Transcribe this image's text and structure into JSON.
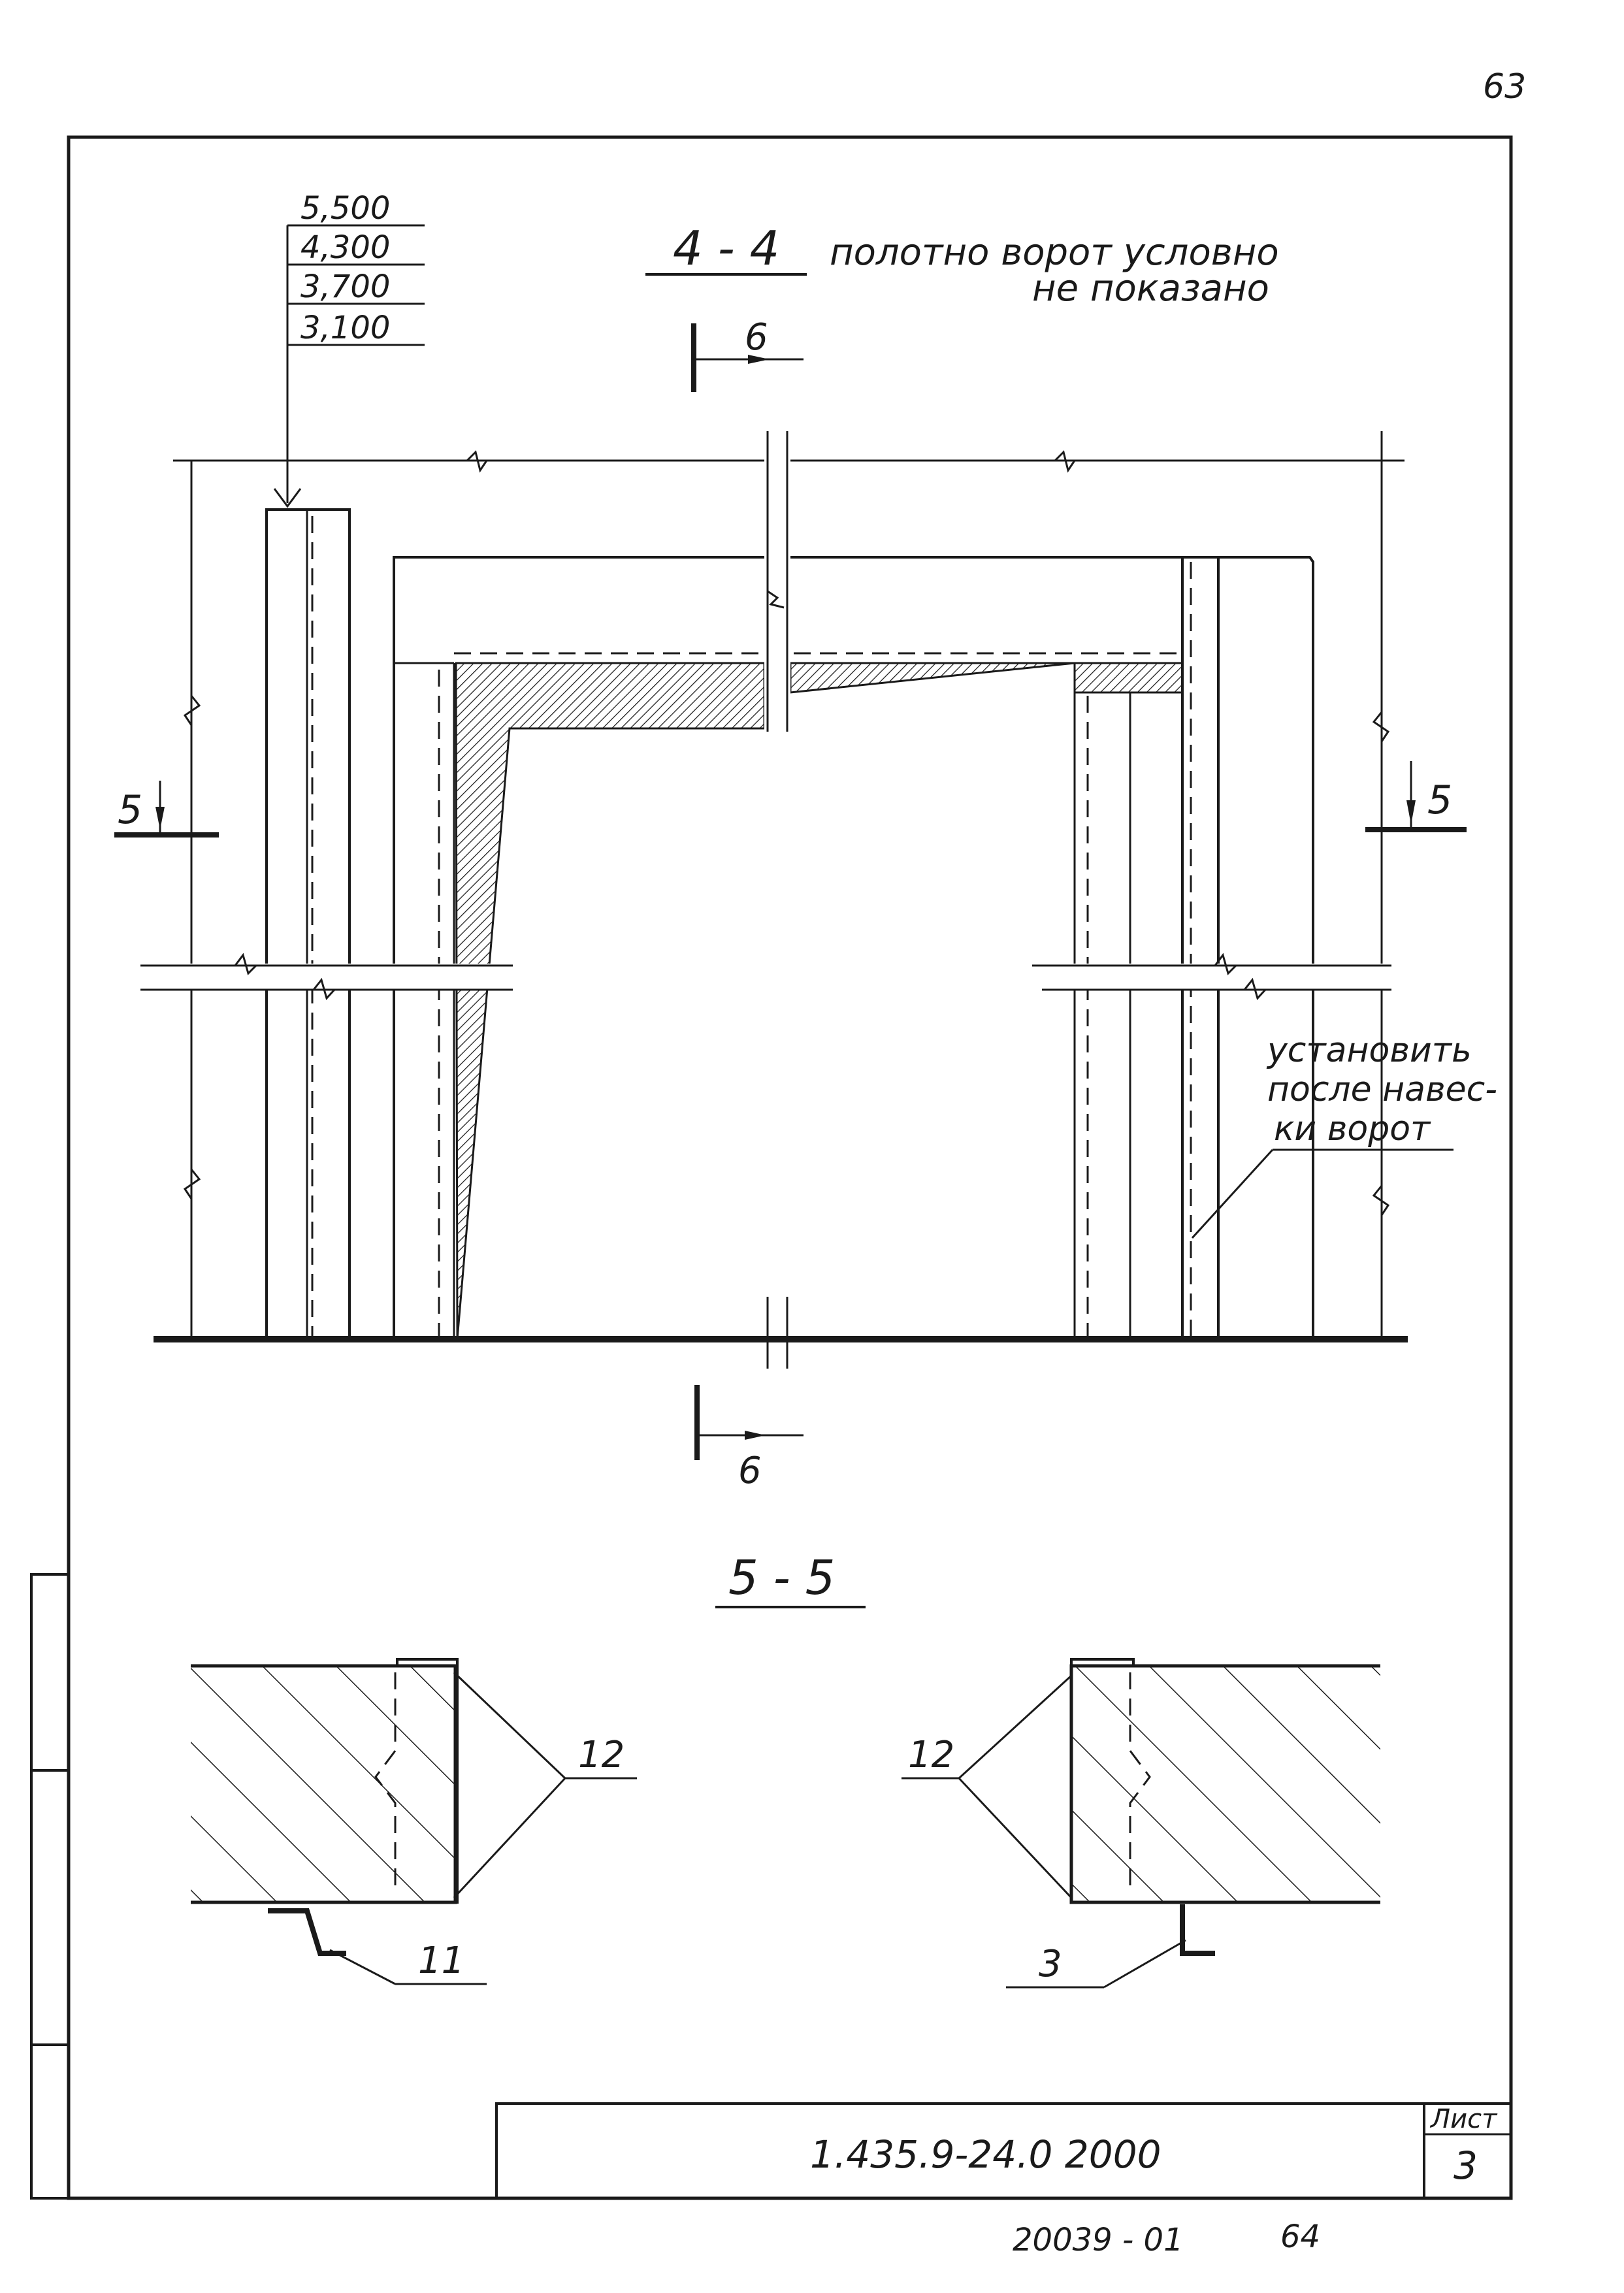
{
  "page": {
    "page_number": "63",
    "bottom_code": "20039 - 01",
    "bottom_number": "64"
  },
  "section_4_4": {
    "title": "4 - 4",
    "note_line1": "полотно ворот условно",
    "note_line2": "не показано",
    "cut_label_top": "6",
    "cut_label_bottom": "6",
    "cut_label_left": "5",
    "cut_label_right": "5",
    "elevations": [
      "5,500",
      "4,300",
      "3,700",
      "3,100"
    ],
    "install_note": [
      "установить",
      "после навес-",
      "ки ворот"
    ]
  },
  "section_5_5": {
    "title": "5 - 5",
    "callout_left_top": "12",
    "callout_left_bottom": "11",
    "callout_right_top": "12",
    "callout_right_bottom": "3"
  },
  "title_block": {
    "designation": "1.435.9-24.0 2000",
    "sheet_label": "Лист",
    "sheet_number": "3"
  }
}
